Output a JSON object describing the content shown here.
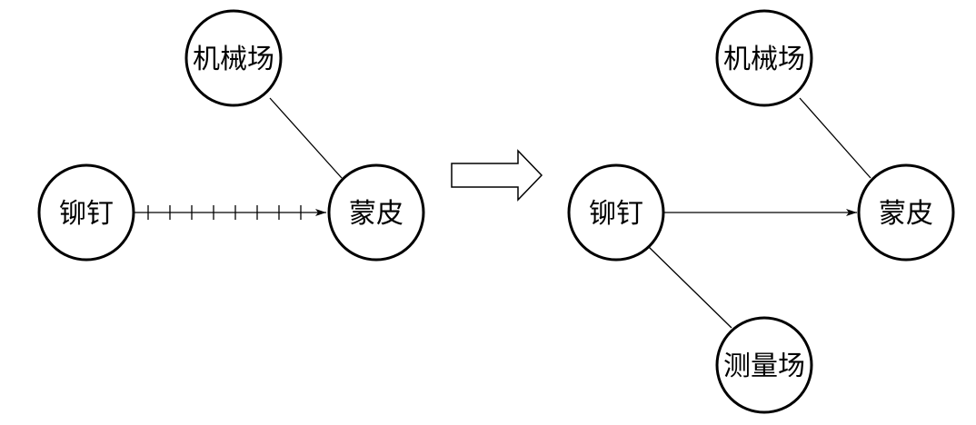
{
  "left_diagram": {
    "nodes": {
      "machinery": "机械场",
      "rivet": "铆钉",
      "skin": "蒙皮"
    },
    "edges": [
      {
        "from": "machinery",
        "to": "skin",
        "style": "solid"
      },
      {
        "from": "rivet",
        "to": "skin",
        "style": "hatched",
        "arrow": true
      }
    ]
  },
  "right_diagram": {
    "nodes": {
      "machinery": "机械场",
      "rivet": "铆钉",
      "skin": "蒙皮",
      "measurement": "测量场"
    },
    "edges": [
      {
        "from": "machinery",
        "to": "skin",
        "style": "solid"
      },
      {
        "from": "rivet",
        "to": "skin",
        "style": "solid",
        "arrow": true
      },
      {
        "from": "rivet",
        "to": "measurement",
        "style": "solid"
      }
    ]
  },
  "colors": {
    "stroke": "#000000",
    "background": "#ffffff"
  }
}
